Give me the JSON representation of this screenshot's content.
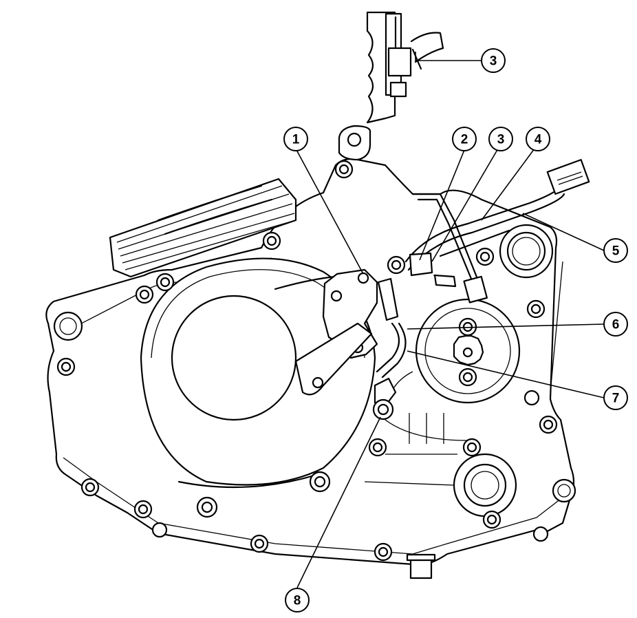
{
  "callouts": [
    {
      "id": "c1",
      "label": "1"
    },
    {
      "id": "c2",
      "label": "2"
    },
    {
      "id": "c3-top",
      "label": "3"
    },
    {
      "id": "c3",
      "label": "3"
    },
    {
      "id": "c4",
      "label": "4"
    },
    {
      "id": "c5",
      "label": "5"
    },
    {
      "id": "c6",
      "label": "6"
    },
    {
      "id": "c7",
      "label": "7"
    },
    {
      "id": "c8",
      "label": "8"
    }
  ],
  "colors": {
    "line": "#000000",
    "background": "#ffffff"
  }
}
